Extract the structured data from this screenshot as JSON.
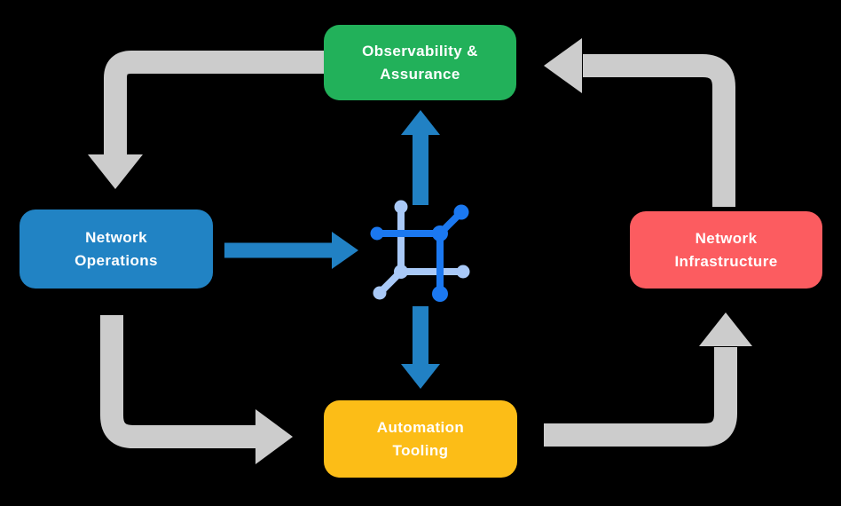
{
  "palette": {
    "background": "#000000",
    "green": "#22b15a",
    "blue": "#2183c4",
    "red": "#fc5c60",
    "yellow": "#fcbd17",
    "gray_arrow": "#cccccc",
    "blue_arrow": "#2181c4",
    "icon_dark_blue": "#1b78f0",
    "icon_light_blue": "#a9c9f7",
    "label_text": "#ffffff"
  },
  "nodes": {
    "observability": {
      "line1": "Observability &",
      "line2": "Assurance",
      "color": "#22b15a"
    },
    "operations": {
      "line1": "Network",
      "line2": "Operations",
      "color": "#2183c4"
    },
    "infrastructure": {
      "line1": "Network",
      "line2": "Infrastructure",
      "color": "#fc5c60"
    },
    "automation": {
      "line1": "Automation",
      "line2": "Tooling",
      "color": "#fcbd17"
    }
  },
  "center_icon": {
    "name": "network-automation-icon"
  },
  "flow": [
    {
      "from": "Observability & Assurance",
      "to": "Network Operations",
      "style": "gray-elbow-arrow"
    },
    {
      "from": "Network Operations",
      "to": "Automation Tooling",
      "style": "gray-elbow-arrow"
    },
    {
      "from": "Automation Tooling",
      "to": "Network Infrastructure",
      "style": "gray-elbow-arrow"
    },
    {
      "from": "Network Infrastructure",
      "to": "Observability & Assurance",
      "style": "gray-elbow-arrow"
    },
    {
      "from": "Network Operations",
      "to": "center-icon",
      "style": "blue-arrow"
    },
    {
      "from": "center-icon",
      "to": "Observability & Assurance",
      "style": "blue-arrow"
    },
    {
      "from": "center-icon",
      "to": "Automation Tooling",
      "style": "blue-arrow"
    }
  ]
}
